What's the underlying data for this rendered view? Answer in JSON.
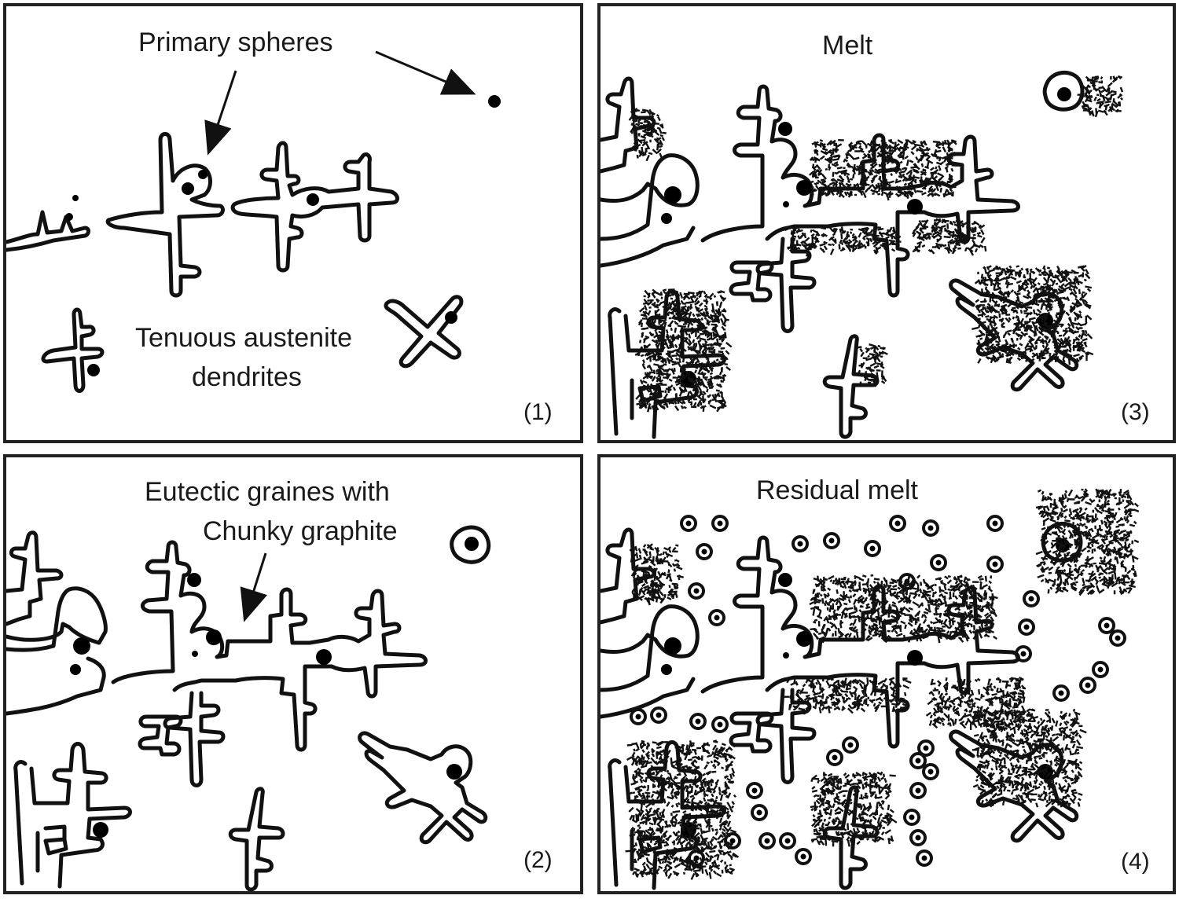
{
  "panels": [
    {
      "number": "(1)",
      "labels": {
        "primary_spheres": "Primary spheres",
        "dendrites_line1": "Tenuous austenite",
        "dendrites_line2": "dendrites"
      }
    },
    {
      "number": "(2)",
      "labels": {
        "eutectic_line1": "Eutectic graines with",
        "eutectic_line2": "Chunky graphite"
      }
    },
    {
      "number": "(3)",
      "labels": {
        "melt": "Melt"
      }
    },
    {
      "number": "(4)",
      "labels": {
        "residual_melt": "Residual melt"
      }
    }
  ]
}
